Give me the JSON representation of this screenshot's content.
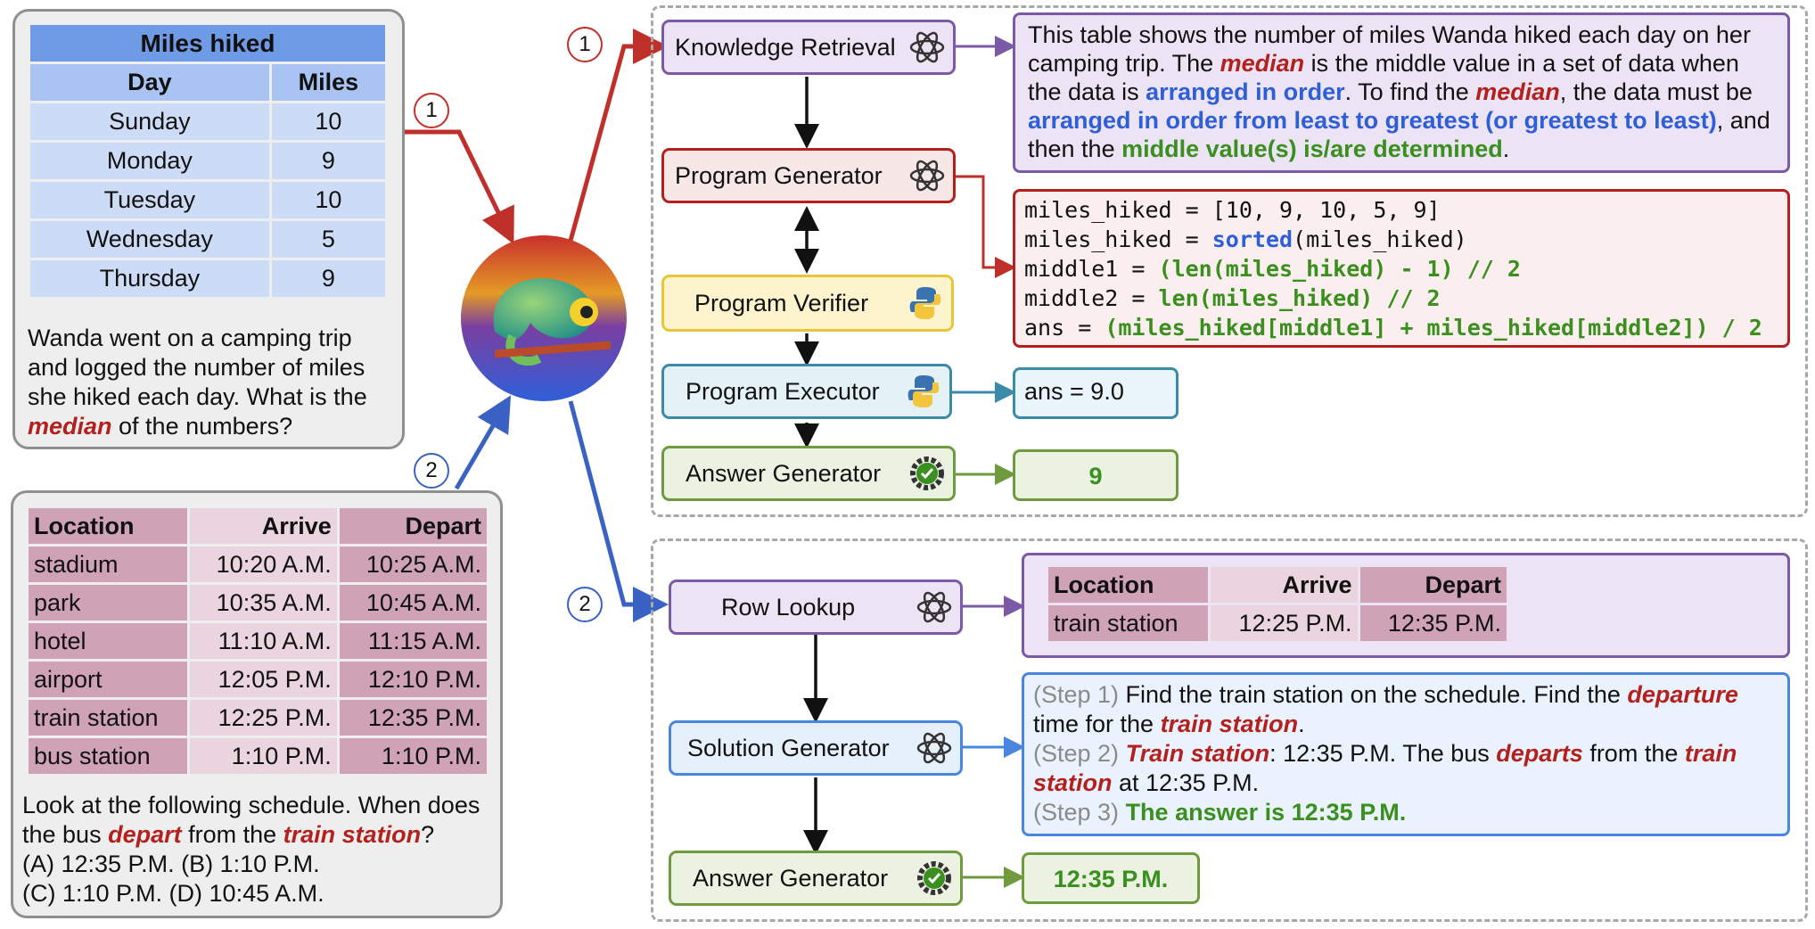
{
  "table1": {
    "title": "Miles hiked",
    "headers": [
      "Day",
      "Miles"
    ],
    "rows": [
      [
        "Sunday",
        "10"
      ],
      [
        "Monday",
        "9"
      ],
      [
        "Tuesday",
        "10"
      ],
      [
        "Wednesday",
        "5"
      ],
      [
        "Thursday",
        "9"
      ]
    ]
  },
  "question1": {
    "lines": [
      "Wanda went on a camping trip",
      "and logged the number of miles",
      "she hiked each day. What is the"
    ],
    "emph": "median",
    "tail": " of the numbers?"
  },
  "table2": {
    "headers": [
      "Location",
      "Arrive",
      "Depart"
    ],
    "rows": [
      [
        "stadium",
        "10:20 A.M.",
        "10:25 A.M."
      ],
      [
        "park",
        "10:35 A.M.",
        "10:45 A.M."
      ],
      [
        "hotel",
        "11:10 A.M.",
        "11:15 A.M."
      ],
      [
        "airport",
        "12:05 P.M.",
        "12:10 P.M."
      ],
      [
        "train station",
        "12:25 P.M.",
        "12:35 P.M."
      ],
      [
        "bus station",
        "1:10 P.M.",
        "1:10 P.M."
      ]
    ]
  },
  "question2": {
    "l1": "Look at the following schedule. When does",
    "l2a": "the bus ",
    "l2b": "depart",
    "l2c": " from the ",
    "l2d": "train station",
    "l2e": "?",
    "l3": "(A) 12:35 P.M. (B) 1:10 P.M.",
    "l4": "(C) 1:10 P.M. (D) 10:45 A.M."
  },
  "badges": {
    "one": "1",
    "two": "2"
  },
  "modules1": {
    "knowledge_retrieval": "Knowledge Retrieval",
    "program_generator": "Program Generator",
    "program_verifier": "Program Verifier",
    "program_executor": "Program Executor",
    "answer_generator": "Answer Generator"
  },
  "knowledge": {
    "p1": "This table shows the number of miles Wanda hiked each day on her camping trip. The ",
    "p2": "median",
    "p3": " is the middle value in a set of data when the data is ",
    "p4": "arranged in order",
    "p5": ". To find the ",
    "p6": "median",
    "p7": ", the data must be ",
    "p8": "arranged in order from least to greatest (or greatest to least)",
    "p9": ", and then the ",
    "p10": "middle value(s) is/are determined",
    "p11": "."
  },
  "code": {
    "l1": "miles_hiked = [10, 9, 10, 5, 9]",
    "l2a": "miles_hiked = ",
    "l2b": "sorted",
    "l2c": "(miles_hiked)",
    "l3a": "middle1 = ",
    "l3b": "(len(miles_hiked) - 1) // 2",
    "l4a": "middle2 = ",
    "l4b": "len(miles_hiked) // 2",
    "l5a": "ans = ",
    "l5b": "(miles_hiked[middle1] + miles_hiked[middle2]) / 2"
  },
  "exec_output": "ans = 9.0",
  "answer1": "9",
  "modules2": {
    "row_lookup": "Row Lookup",
    "solution_generator": "Solution Generator",
    "answer_generator": "Answer Generator"
  },
  "lookup": {
    "headers": [
      "Location",
      "Arrive",
      "Depart"
    ],
    "row": [
      "train station",
      "12:25 P.M.",
      "12:35 P.M."
    ]
  },
  "solution": {
    "s1": "(Step 1)",
    "s1a": " Find the train station on the schedule. Find the ",
    "s1b": "departure",
    "s1c": " time for the ",
    "s1d": "train station",
    "s1e": ".",
    "s2": "(Step 2)",
    "s2a": "Train station",
    "s2b": ": 12:35 P.M. The bus ",
    "s2c": "departs",
    "s2d": " from the ",
    "s2e": "train station",
    "s2f": " at 12:35 P.M.",
    "s3": "(Step 3)",
    "s3a": "The answer is 12:35 P.M."
  },
  "answer2": "12:35 P.M.",
  "colors": {
    "red": "#b3211e",
    "blue": "#2f5fd8",
    "green": "#3a8f1e",
    "purple": "#7a5aa6",
    "yellow": "#e7c63a",
    "teal": "#3a8aa8",
    "olive": "#6f9a3e"
  }
}
